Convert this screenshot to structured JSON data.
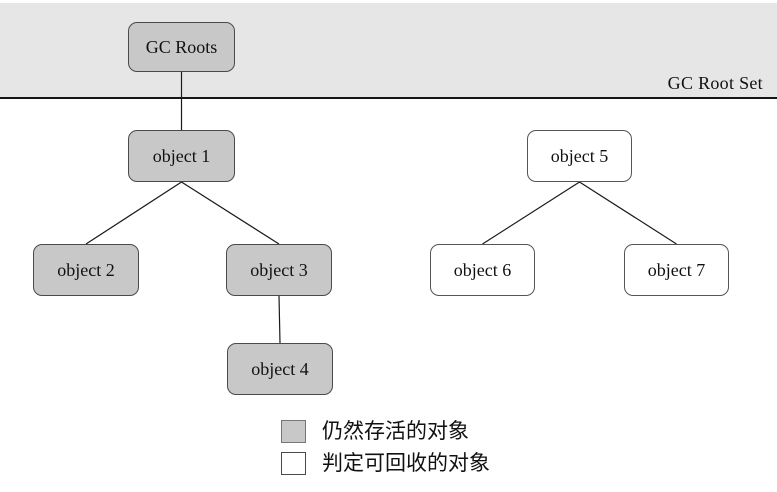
{
  "header": {
    "root_set_label": "GC Root Set"
  },
  "nodes": {
    "gc_roots": {
      "label": "GC Roots",
      "state": "alive"
    },
    "object1": {
      "label": "object 1",
      "state": "alive"
    },
    "object2": {
      "label": "object 2",
      "state": "alive"
    },
    "object3": {
      "label": "object 3",
      "state": "alive"
    },
    "object4": {
      "label": "object 4",
      "state": "alive"
    },
    "object5": {
      "label": "object 5",
      "state": "collectible"
    },
    "object6": {
      "label": "object 6",
      "state": "collectible"
    },
    "object7": {
      "label": "object 7",
      "state": "collectible"
    }
  },
  "edges": [
    {
      "from": "gc_roots",
      "to": "object1"
    },
    {
      "from": "object1",
      "to": "object2"
    },
    {
      "from": "object1",
      "to": "object3"
    },
    {
      "from": "object3",
      "to": "object4"
    },
    {
      "from": "object5",
      "to": "object6"
    },
    {
      "from": "object5",
      "to": "object7"
    }
  ],
  "legend": {
    "alive_label": "仍然存活的对象",
    "collectible_label": "判定可回收的对象"
  },
  "colors": {
    "alive_fill": "#c8c8c8",
    "collectible_fill": "#ffffff",
    "band_fill": "#e6e6e6",
    "line": "#1a1a1a"
  }
}
